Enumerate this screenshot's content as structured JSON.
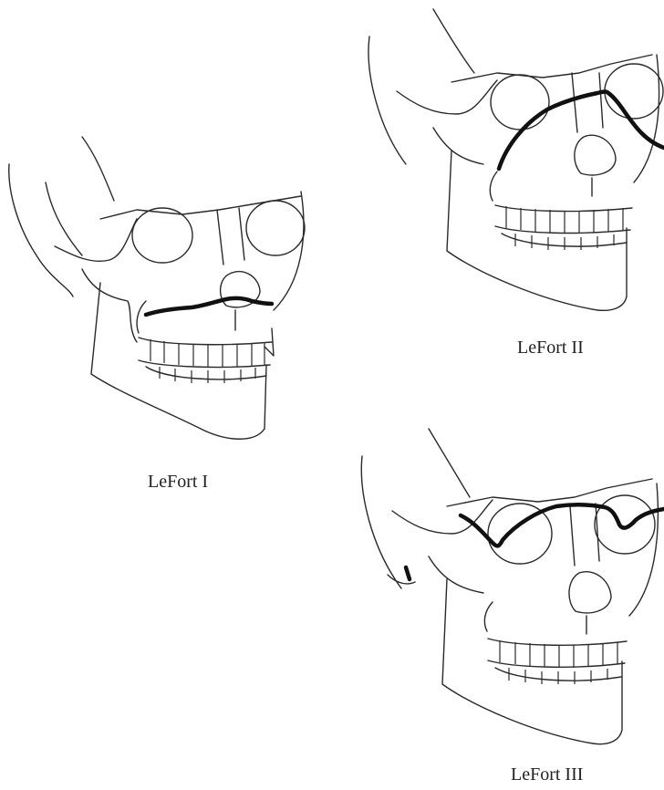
{
  "figure": {
    "panels": [
      {
        "id": "lefort-1",
        "caption": "LeFort I",
        "fracture_type": "horizontal maxillary fracture above teeth"
      },
      {
        "id": "lefort-2",
        "caption": "LeFort II",
        "fracture_type": "pyramidal fracture through nasal bridge and infraorbital rims"
      },
      {
        "id": "lefort-3",
        "caption": "LeFort III",
        "fracture_type": "craniofacial disjunction across orbits"
      }
    ],
    "colors": {
      "line": "#2a2a2a",
      "fracture": "#111111",
      "background": "#ffffff"
    }
  }
}
